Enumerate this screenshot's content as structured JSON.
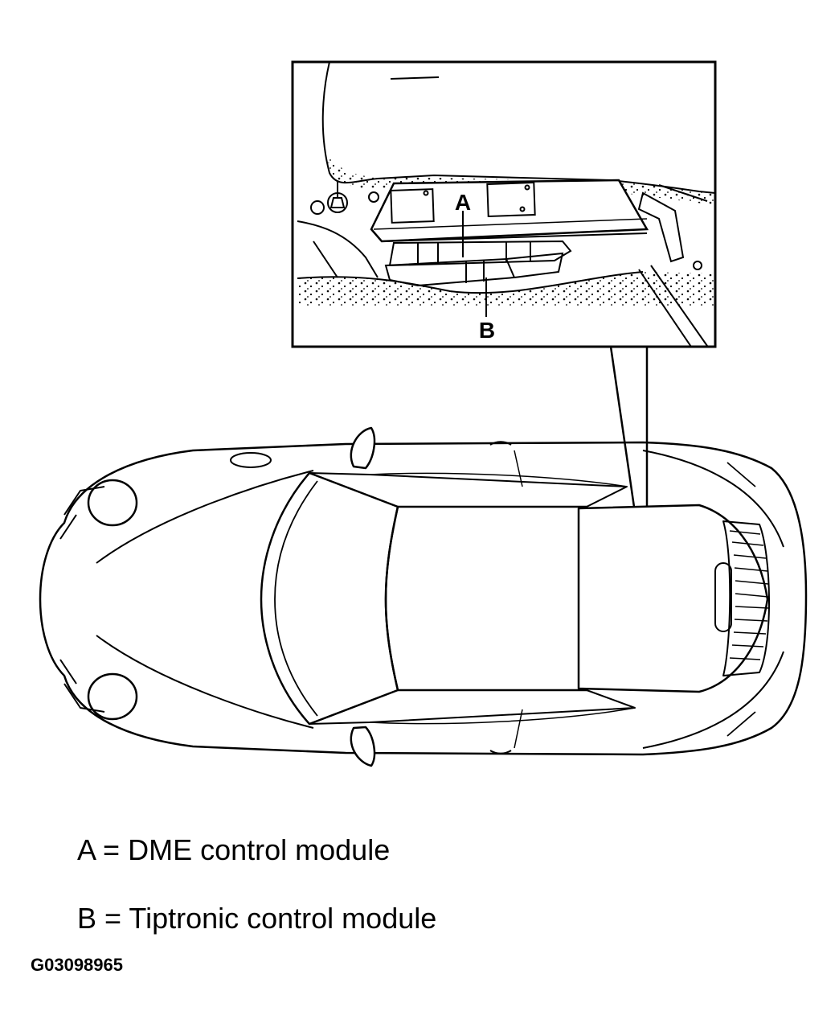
{
  "diagram": {
    "callouts": {
      "a": "A",
      "b": "B"
    },
    "legend": [
      {
        "letter": "A",
        "equals": "=",
        "text": "DME control module"
      },
      {
        "letter": "B",
        "equals": "=",
        "text": "Tiptronic control module"
      }
    ],
    "figure_id": "G03098965"
  },
  "colors": {
    "ink": "#000000",
    "paper": "#ffffff"
  }
}
